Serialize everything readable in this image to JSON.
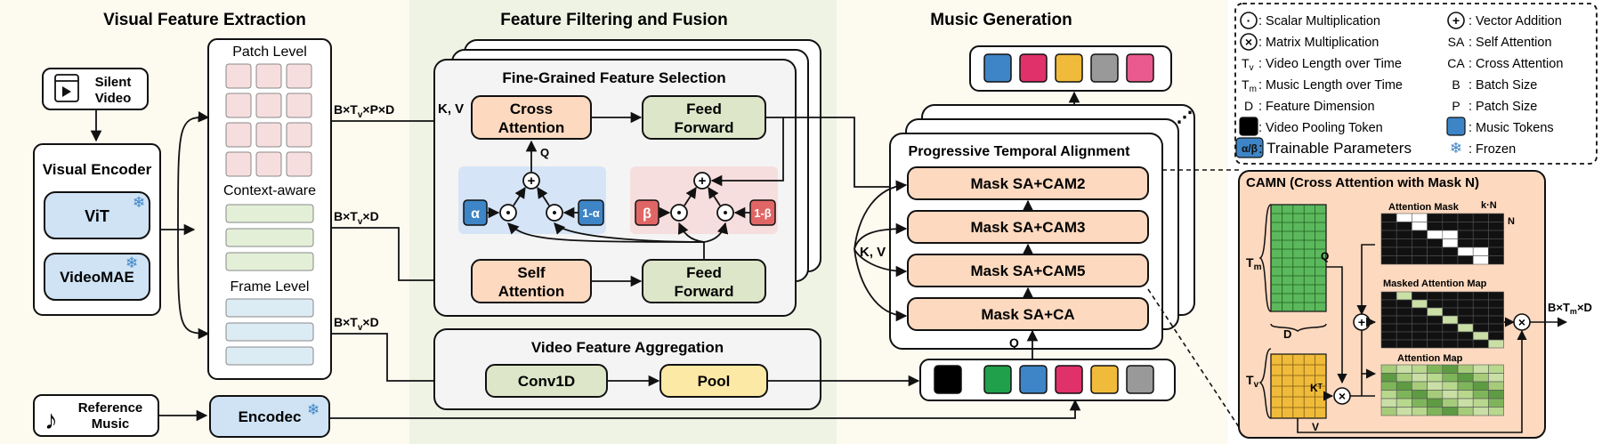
{
  "sections": {
    "visual": "Visual Feature Extraction",
    "filter": "Feature Filtering and Fusion",
    "music": "Music Generation"
  },
  "inputs": {
    "silent_video": [
      "Silent",
      "Video"
    ],
    "reference_music": [
      "Reference",
      "Music"
    ]
  },
  "encoder": {
    "title": "Visual Encoder",
    "vit": "ViT",
    "videomae": "VideoMAE",
    "encodec": "Encodec"
  },
  "levels": {
    "patch": "Patch Level",
    "context": "Context-aware",
    "frame": "Frame Level"
  },
  "dims": {
    "patch_prefix": "B×T",
    "patch_sub": "v",
    "patch_suffix": "×P×D",
    "ctx_prefix": "B×T",
    "ctx_sub": "v",
    "ctx_suffix": "×D",
    "frame_prefix": "B×T",
    "frame_sub": "v",
    "frame_suffix": "×D",
    "out_prefix": "B×T",
    "out_sub": "m",
    "out_suffix": "×D"
  },
  "fine_grained": {
    "title": "Fine-Grained Feature Selection",
    "kv": "K, V",
    "q": "Q",
    "cross_attention": [
      "Cross",
      "Attention"
    ],
    "feed_forward_top": [
      "Feed",
      "Forward"
    ],
    "self_attention": [
      "Self",
      "Attention"
    ],
    "feed_forward_bottom": [
      "Feed",
      "Forward"
    ],
    "alpha": "α",
    "one_minus_alpha": "1-α",
    "beta": "β",
    "one_minus_beta": "1-β"
  },
  "aggregation": {
    "title": "Video Feature Aggregation",
    "conv": "Conv1D",
    "pool": "Pool"
  },
  "pta": {
    "title": "Progressive Temporal Alignment",
    "kv": "K, V",
    "q": "Q",
    "layers": [
      "Mask SA+CAM2",
      "Mask SA+CAM3",
      "Mask SA+CAM5",
      "Mask SA+CA"
    ]
  },
  "legend": {
    "left": [
      {
        "icon": "⊙",
        "text": ": Scalar Multiplication"
      },
      {
        "icon": "⊗",
        "text": ": Matrix Multiplication"
      },
      {
        "icon": "Tv",
        "text": ": Video Length over Time"
      },
      {
        "icon": "Tm",
        "text": ": Music Length over Time"
      },
      {
        "icon": "D",
        "text": ": Feature Dimension"
      },
      {
        "icon": "■",
        "text": ": Video Pooling Token"
      },
      {
        "icon": "α/β",
        "text": ": Trainable Parameters"
      }
    ],
    "right": [
      {
        "icon": "⊕",
        "text": ": Vector Addition"
      },
      {
        "icon": "SA",
        "text": ": Self Attention"
      },
      {
        "icon": "CA",
        "text": ": Cross Attention"
      },
      {
        "icon": "B",
        "text": ": Batch Size"
      },
      {
        "icon": "P",
        "text": ": Patch Size"
      },
      {
        "icon": "■",
        "text": ": Music Tokens"
      },
      {
        "icon": "❄",
        "text": ": Frozen"
      }
    ]
  },
  "camn": {
    "title": "CAMN (Cross Attention with Mask N)",
    "tm": "Tm",
    "tv": "Tv",
    "d": "D",
    "q": "Q",
    "kt": "Kᵀ",
    "v": "V",
    "attention_mask": "Attention Mask",
    "kn": "k·N",
    "n": "N",
    "masked_map": "Masked Attention Map",
    "attention_map": "Attention Map"
  },
  "colors": {
    "orange_fill": "#fcd9bf",
    "green_fill": "#dde6c8",
    "blue_fill": "#cfe3f5",
    "pink_fill": "#f7dede",
    "yellow_fill": "#fde9a6",
    "music_tokens": [
      "#3d85c6",
      "#e0316a",
      "#f0bb3a",
      "#999999",
      "#ea5a8e"
    ],
    "cond_tokens": [
      "#000000",
      "#20a04b",
      "#3d85c6",
      "#e0316a",
      "#f0bb3a",
      "#999999"
    ]
  }
}
